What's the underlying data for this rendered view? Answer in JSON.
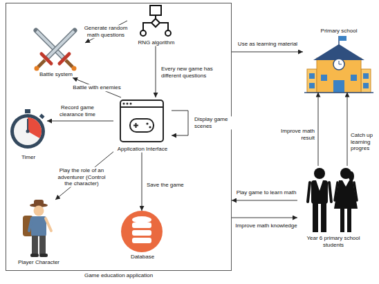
{
  "diagram": {
    "nodes": [
      {
        "text": [
          "Game education application"
        ]
      },
      {
        "text": [
          "Battle system"
        ],
        "in": 0
      },
      {
        "text": [
          "RNG algorithm"
        ],
        "in": 0
      },
      {
        "text": [
          "Application Interface"
        ],
        "in": 0
      },
      {
        "text": [
          "Timer"
        ],
        "in": 0
      },
      {
        "text": [
          "Player Character"
        ],
        "in": 0
      },
      {
        "text": [
          "Database"
        ],
        "in": 0
      },
      {
        "text": [
          "Primary school"
        ]
      },
      {
        "text": [
          "Year 6 primary school students"
        ]
      }
    ],
    "edges": [
      {
        "from": 2,
        "to": 1,
        "arrow": "to",
        "label": "Generate random math questions"
      },
      {
        "from": 2,
        "to": 3,
        "arrow": "to",
        "label": "Every new game has different questions"
      },
      {
        "from": 3,
        "to": 1,
        "arrow": "to",
        "label": "Battle with enemies"
      },
      {
        "from": 3,
        "to": 4,
        "arrow": "to",
        "label": "Record game clearance time"
      },
      {
        "from": 3,
        "to": 3,
        "arrow": "to",
        "label": "Display game scenes"
      },
      {
        "from": 3,
        "to": 5,
        "arrow": "to",
        "label": "Play the role of an adventurer (Control the character)"
      },
      {
        "from": 3,
        "to": 6,
        "arrow": "to",
        "label": "Save the game"
      },
      {
        "from": 0,
        "to": 7,
        "arrow": "to",
        "label": "Use as learning material"
      },
      {
        "from": 8,
        "to": 0,
        "arrow": "to",
        "label": "Play game to learn math"
      },
      {
        "from": 0,
        "to": 8,
        "arrow": "to",
        "label": "Improve math knowledge"
      },
      {
        "from": 8,
        "to": 7,
        "arrow": "to",
        "label": "Improve math result"
      },
      {
        "from": 8,
        "to": 7,
        "arrow": "to",
        "label": "Catch up learning progres"
      }
    ]
  }
}
